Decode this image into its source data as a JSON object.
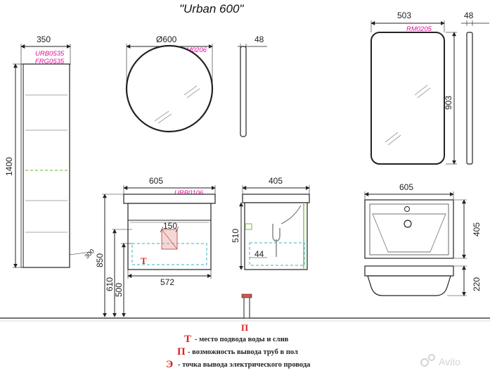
{
  "title": "\"Urban 600\"",
  "cabinet": {
    "codes": [
      "URB0535",
      "FRG0535"
    ],
    "width": "350",
    "height": "1400",
    "depth_side": "300"
  },
  "round_mirror": {
    "diameter": "Ø600",
    "code": "RM0206",
    "depth": "48"
  },
  "rect_mirror": {
    "width": "503",
    "code": "RM0205",
    "height": "903",
    "depth": "48"
  },
  "vanity_front": {
    "width": "605",
    "code": "URB0106",
    "box_width": "150",
    "inner_width": "572",
    "height_850": "850",
    "height_610": "610",
    "height_500": "500"
  },
  "vanity_side": {
    "depth": "405",
    "height": "510",
    "offset": "44"
  },
  "basin_top": {
    "width": "605",
    "depth": "405",
    "height": "220"
  },
  "floor_marks": {
    "t": "Т",
    "p": "П"
  },
  "legend": [
    {
      "key": "Т",
      "text": "- место подвода воды и слив"
    },
    {
      "key": "П",
      "text": "- возможность вывода труб в пол"
    },
    {
      "key": "Э",
      "text": "- точка вывода электрического провода"
    }
  ],
  "watermark": "Avito",
  "colors": {
    "line": "#222222",
    "code": "#e0119c",
    "cyan": "#3ab0c8",
    "green": "#7ec84e",
    "red_box": "#d9534f",
    "legend_key": "#e02020"
  }
}
